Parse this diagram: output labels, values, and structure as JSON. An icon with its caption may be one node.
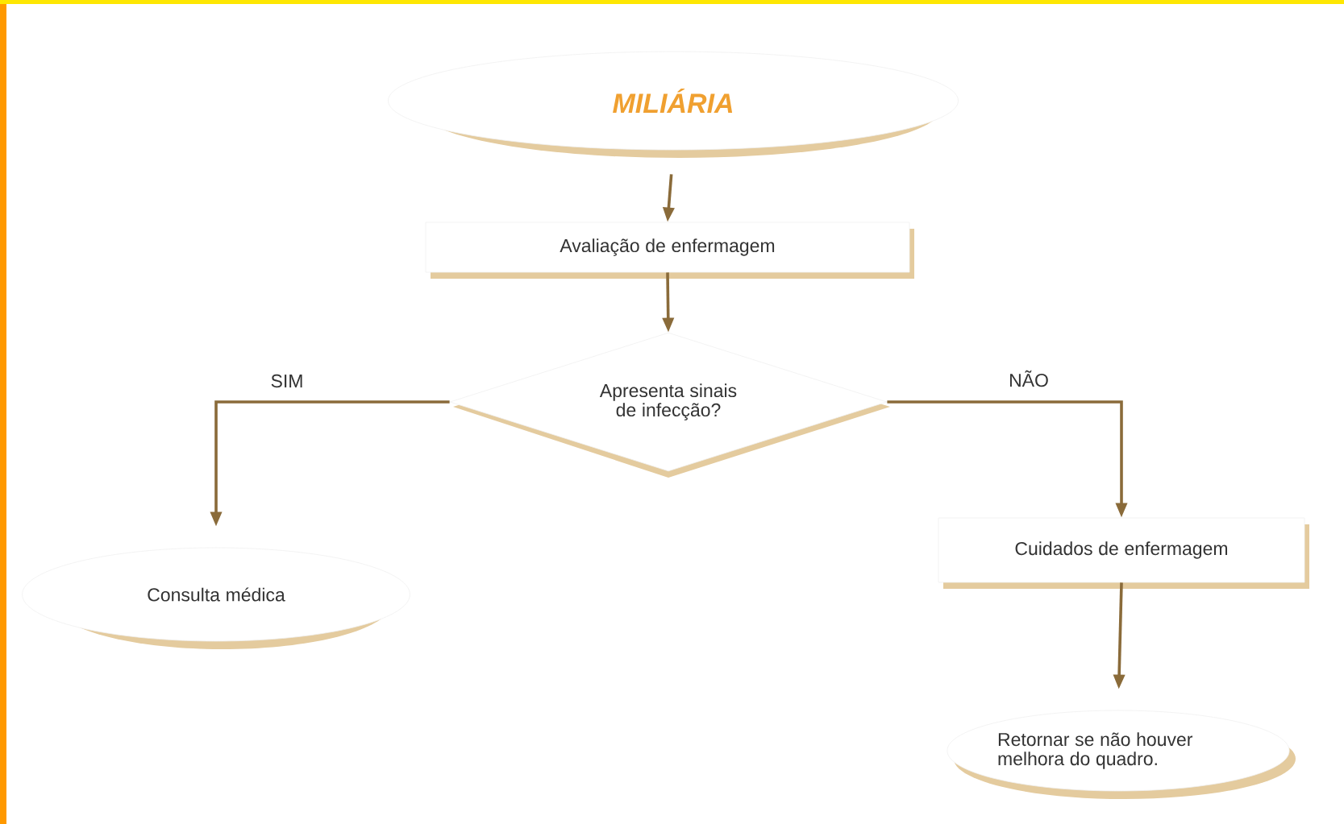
{
  "diagram": {
    "nodes": [
      {
        "text": [
          "MILIÁRIA"
        ]
      },
      {
        "text": [
          "Avaliação de enfermagem"
        ]
      },
      {
        "text": [
          "Apresenta sinais de infecção?"
        ]
      },
      {
        "text": [
          "Consulta médica"
        ]
      },
      {
        "text": [
          "Cuidados de enfermagem"
        ]
      },
      {
        "text": [
          "Retornar se não houver melhora do quadro."
        ]
      }
    ],
    "edges": [
      {
        "from": 0,
        "to": 1,
        "arrow": "to"
      },
      {
        "from": 1,
        "to": 2,
        "arrow": "to"
      },
      {
        "from": 2,
        "to": 3,
        "arrow": "to",
        "label": "SIM"
      },
      {
        "from": 2,
        "to": 4,
        "arrow": "to",
        "label": "NÃO"
      },
      {
        "from": 4,
        "to": 5,
        "arrow": "to"
      }
    ]
  }
}
